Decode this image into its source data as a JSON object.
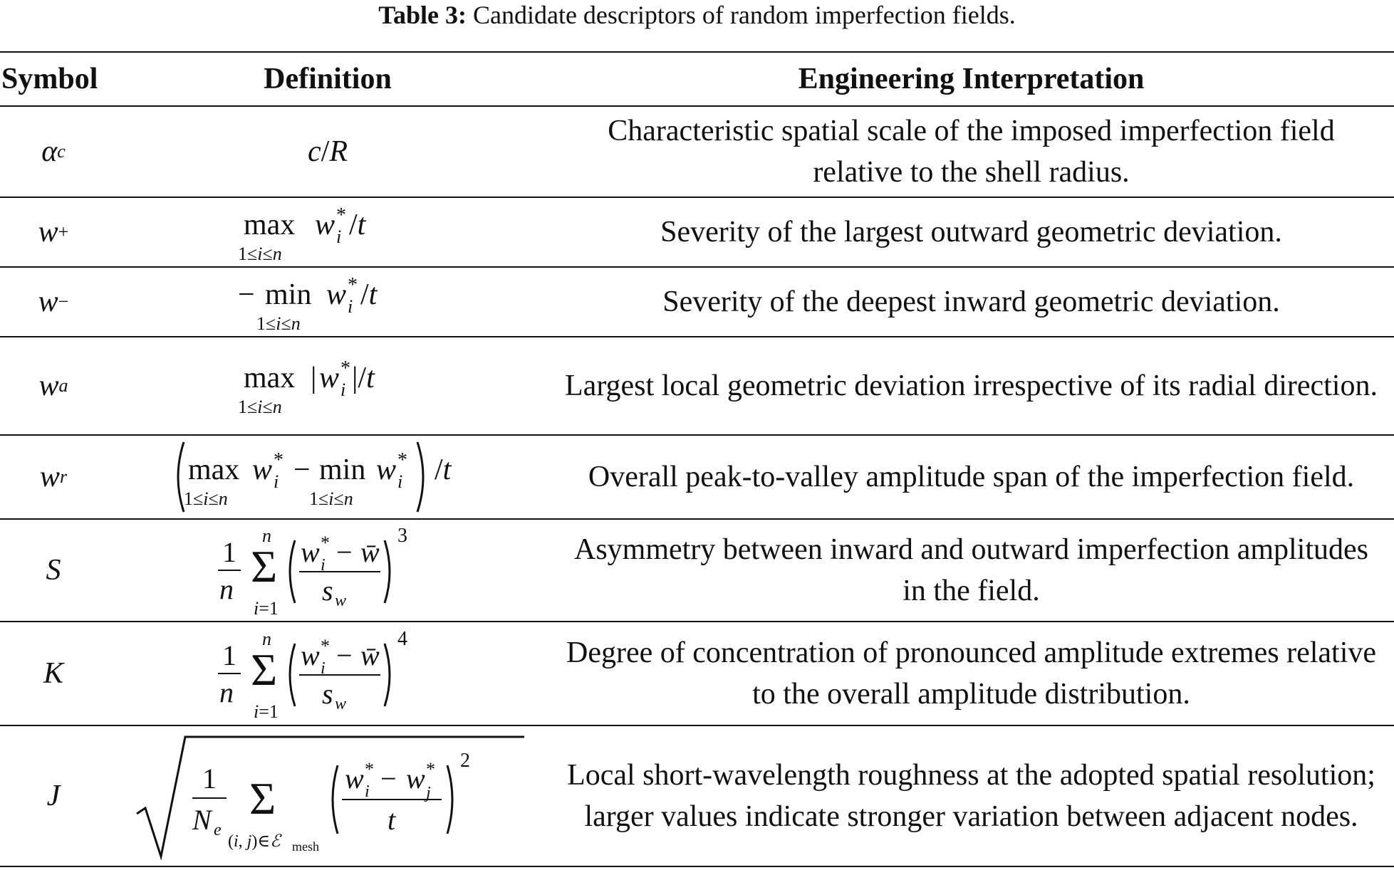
{
  "caption": {
    "label": "Table 3:",
    "text": "Candidate descriptors of random imperfection fields."
  },
  "headers": {
    "symbol": "Symbol",
    "definition": "Definition",
    "interpretation": "Engineering Interpretation"
  },
  "rows": [
    {
      "symbol_base": "α",
      "symbol_sub": "c",
      "definition": "c/R",
      "interpretation": "Characteristic spatial scale of the imposed imperfection field relative to the shell radius."
    },
    {
      "symbol_base": "w",
      "symbol_sub": "+",
      "definition": "max_{1≤i≤n} w_i^*/t",
      "interpretation": "Severity of the largest outward geometric deviation."
    },
    {
      "symbol_base": "w",
      "symbol_sub": "−",
      "definition": "− min_{1≤i≤n} w_i^*/t",
      "interpretation": "Severity of the deepest inward geometric deviation."
    },
    {
      "symbol_base": "w",
      "symbol_sub": "a",
      "definition": "max_{1≤i≤n} |w_i^*|/t",
      "interpretation": "Largest local geometric deviation irrespective of its radial direction."
    },
    {
      "symbol_base": "w",
      "symbol_sub": "r",
      "definition": "(max_{1≤i≤n} w_i^* − min_{1≤i≤n} w_i^*)/t",
      "interpretation": "Overall peak-to-valley amplitude span of the imperfection field."
    },
    {
      "symbol_base": "S",
      "symbol_sub": "",
      "definition": "(1/n) Σ_{i=1}^{n} ((w_i^* − w̄)/s_w)^3",
      "interpretation": "Asymmetry between inward and outward imperfection amplitudes in the field."
    },
    {
      "symbol_base": "K",
      "symbol_sub": "",
      "definition": "(1/n) Σ_{i=1}^{n} ((w_i^* − w̄)/s_w)^4",
      "interpretation": "Degree of concentration of pronounced amplitude extremes relative to the overall amplitude distribution."
    },
    {
      "symbol_base": "J",
      "symbol_sub": "",
      "definition": "√((1/N_e) Σ_{(i,j)∈ℰ_mesh} ((w_i^* − w_j^*)/t)^2)",
      "interpretation": "Local short-wavelength roughness at the adopted spatial resolution; larger values indicate stronger variation between adjacent nodes."
    }
  ]
}
